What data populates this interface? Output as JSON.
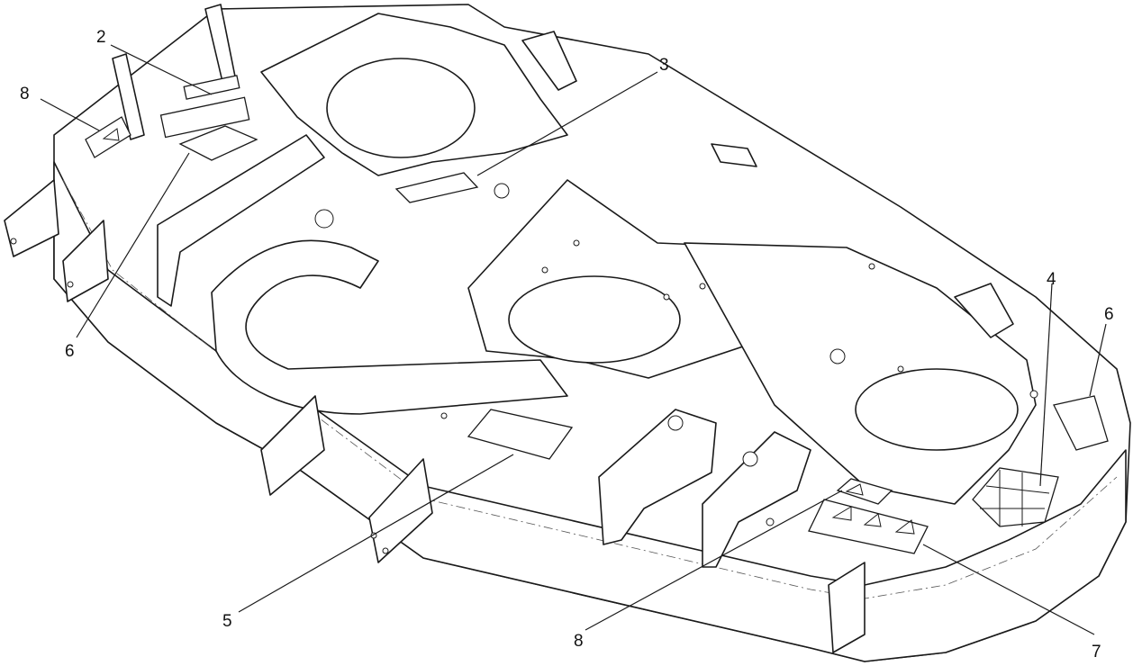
{
  "callouts": [
    {
      "id": "c2",
      "text": "2"
    },
    {
      "id": "c8a",
      "text": "8"
    },
    {
      "id": "c3",
      "text": "3"
    },
    {
      "id": "c6a",
      "text": "6"
    },
    {
      "id": "c4",
      "text": "4"
    },
    {
      "id": "c6b",
      "text": "6"
    },
    {
      "id": "c5",
      "text": "5"
    },
    {
      "id": "c8b",
      "text": "8"
    },
    {
      "id": "c7",
      "text": "7"
    }
  ],
  "colors": {
    "line": "#1a1a1a",
    "background": "#ffffff"
  }
}
